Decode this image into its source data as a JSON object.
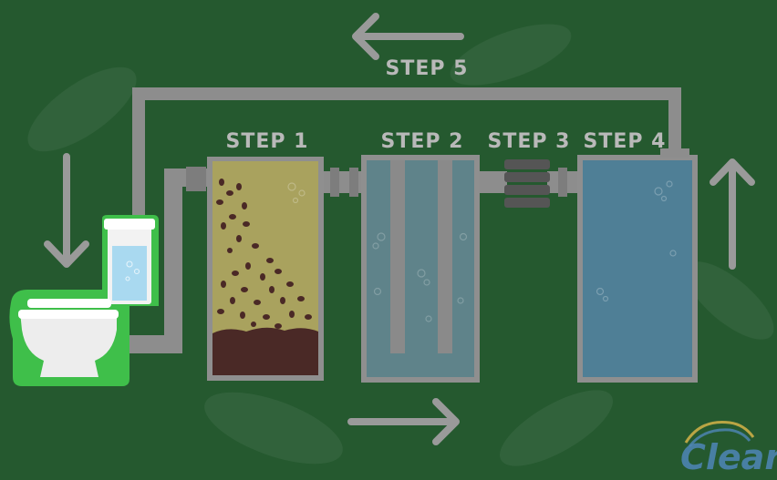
{
  "labels": {
    "step1": "STEP 1",
    "step2": "STEP 2",
    "step3": "STEP 3",
    "step4": "STEP 4",
    "step5": "STEP 5"
  },
  "logo": {
    "text": "Clear"
  },
  "colors": {
    "background": "#25592f",
    "pipe": "#8d8d8d",
    "tank_outline": "#8f8f8f",
    "sludge_water": "#a9a25e",
    "sludge": "#4a2926",
    "clear_water": "#4f7f88",
    "treated_water": "#4f7f96",
    "toilet_glow": "#3fbf4a",
    "arrow": "#9a9a9a"
  },
  "icons": [
    "arrow-left-icon",
    "arrow-right-icon",
    "arrow-up-icon",
    "arrow-down-icon",
    "toilet-icon",
    "filter-icon"
  ]
}
